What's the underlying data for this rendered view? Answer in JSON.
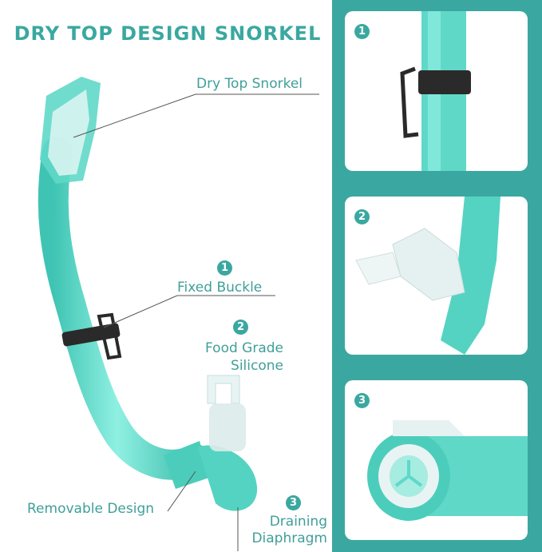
{
  "title": "DRY TOP DESIGN SNORKEL",
  "labels": {
    "dry_top": "Dry Top Snorkel",
    "fixed_buckle": "Fixed Buckle",
    "food_grade_line1": "Food Grade",
    "food_grade_line2": "Silicone",
    "removable": "Removable Design",
    "draining_line1": "Draining",
    "draining_line2": "Diaphragm"
  },
  "badges": {
    "one": "1",
    "two": "2",
    "three": "3"
  },
  "colors": {
    "brand_teal": "#3aa8a0",
    "tube_teal": "#5fd8c8",
    "buckle": "#2a2a2a"
  }
}
